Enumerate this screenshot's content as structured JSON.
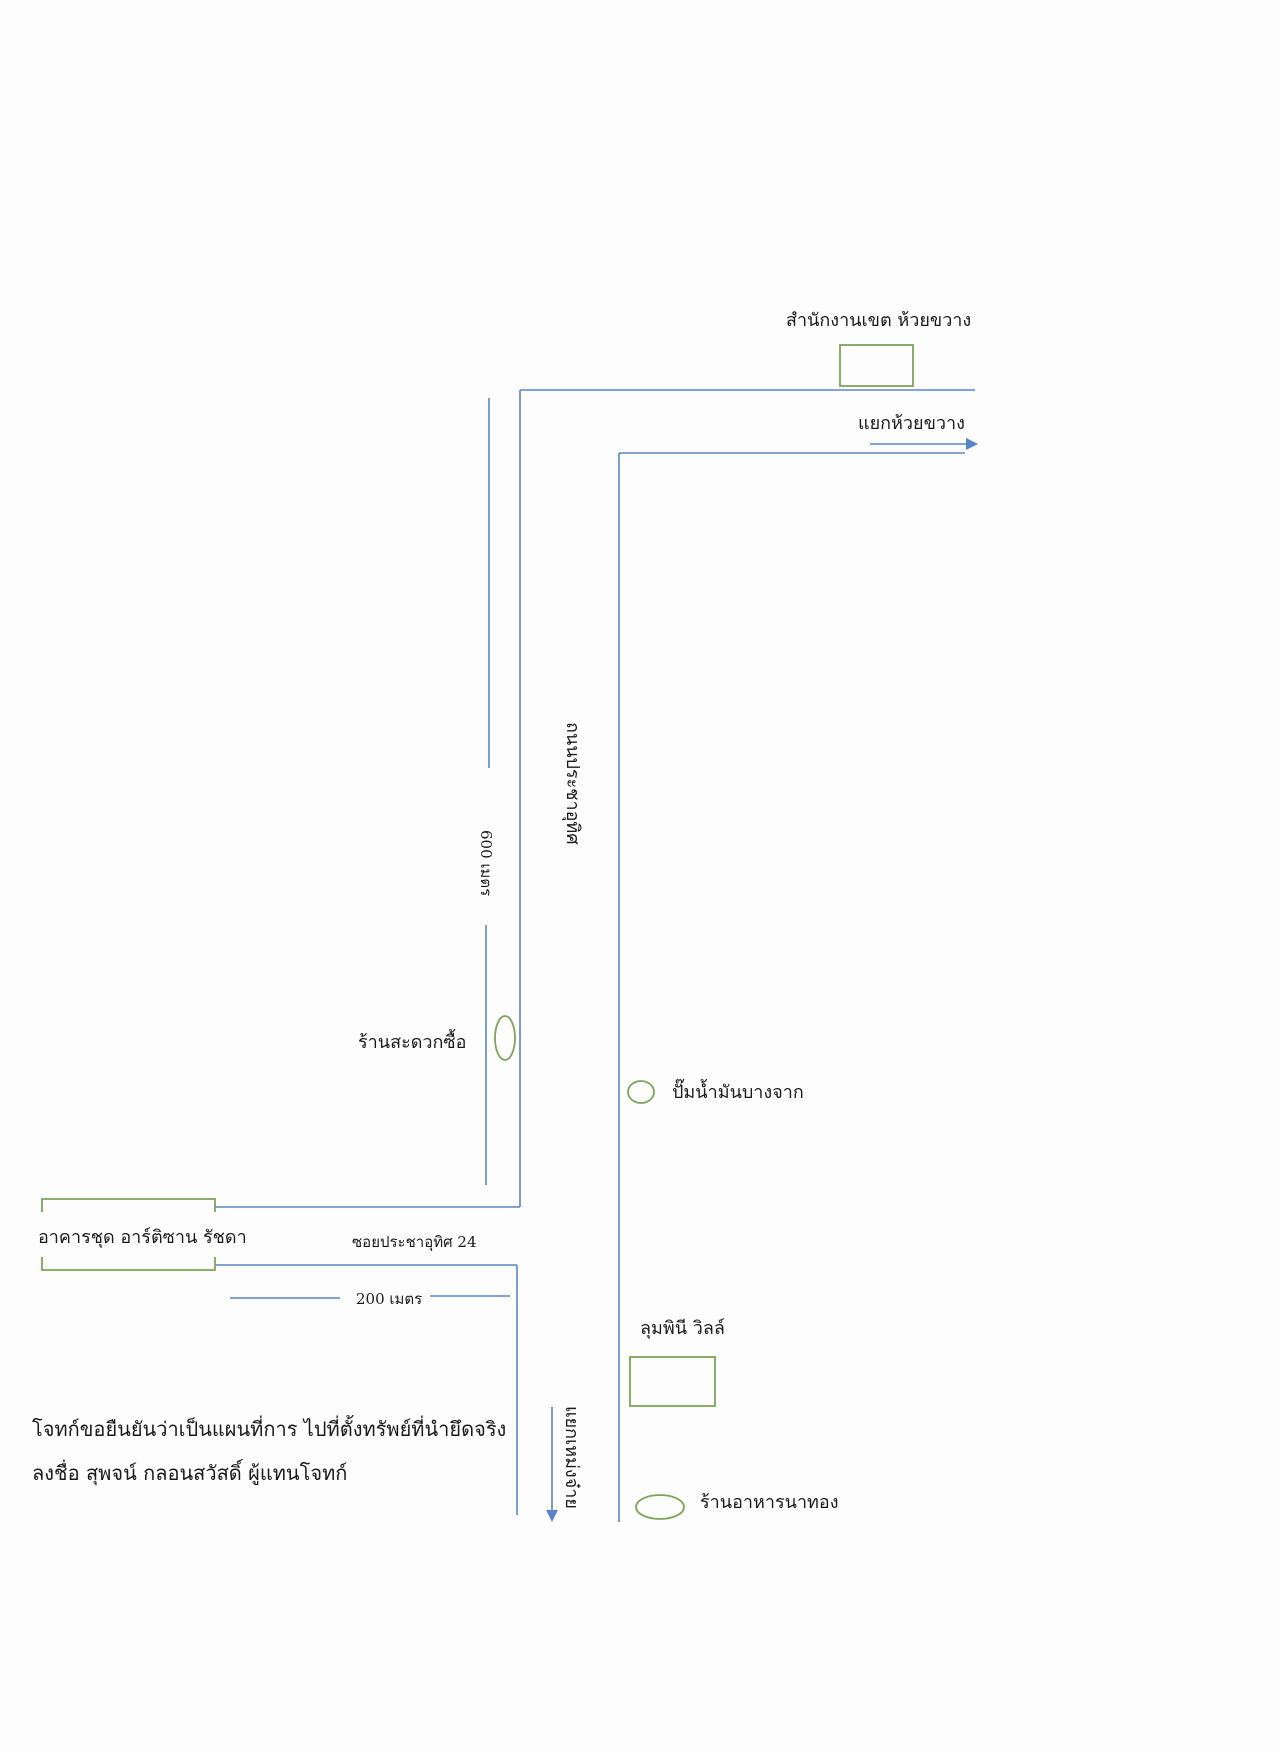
{
  "colors": {
    "road": "#5b83c8",
    "landmark": "#7fa35a",
    "text": "#1a1a1a",
    "paper": "#fdfdfd"
  },
  "labels": {
    "district_office": "สำนักงานเขต ห้วยขวาง",
    "huai_khwang_junction": "แยกห้วยขวาง",
    "pracha_uthit_road": "ถนนประชาอุทิศ",
    "distance_600": "600 เมตร",
    "convenience_store": "ร้านสะดวกซื้อ",
    "gas_station": "ปั๊มน้ำมันบางจาก",
    "condo": "อาคารชุด อาร์ติซาน รัชดา",
    "soi": "ซอยประชาอุทิศ 24",
    "distance_200": "200 เมตร",
    "lumpini": "ลุมพินี วิลล์",
    "mengjai_junction": "แยกเหม่งจ๋าย",
    "restaurant": "ร้านอาหารนาทอง"
  },
  "note": {
    "line1": "โจทก์ขอยืนยันว่าเป็นแผนที่การ ไปที่ตั้งทรัพย์ที่นำยึดจริง",
    "line2": "ลงชื่อ สุพจน์ กลอนสวัสดิ์ ผู้แทนโจทก์"
  }
}
